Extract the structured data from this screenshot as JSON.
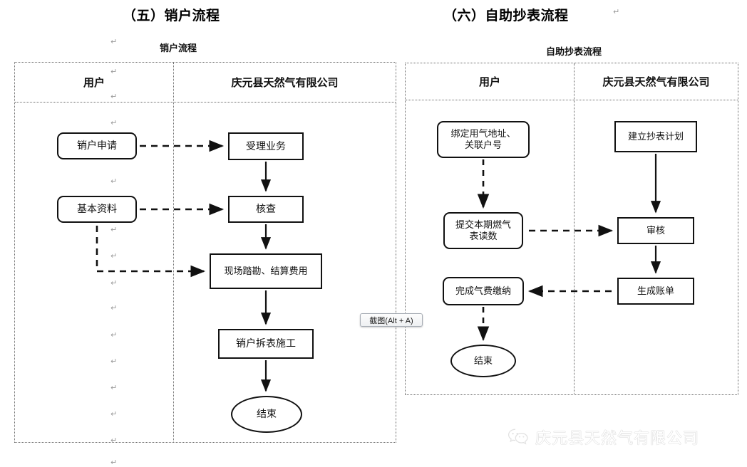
{
  "sections": [
    {
      "id": "sec5",
      "title": "（五）销户流程",
      "caption": "销户流程"
    },
    {
      "id": "sec6",
      "title": "（六）自助抄表流程",
      "title_mark": "↵",
      "caption": "自助抄表流程"
    }
  ],
  "lanes": {
    "user": "用户",
    "company": "庆元县天然气有限公司"
  },
  "flow_cancel": {
    "nodes": [
      {
        "id": "c1",
        "label": "销户申请",
        "shape": "rounded-rect",
        "lane": "user"
      },
      {
        "id": "c2",
        "label": "基本资料",
        "shape": "rounded-rect",
        "lane": "user"
      },
      {
        "id": "c3",
        "label": "受理业务",
        "shape": "rect",
        "lane": "company"
      },
      {
        "id": "c4",
        "label": "核查",
        "shape": "rect",
        "lane": "company"
      },
      {
        "id": "c5",
        "label": "现场踏勘、结算费用",
        "shape": "rect",
        "lane": "company"
      },
      {
        "id": "c6",
        "label": "销户拆表施工",
        "shape": "rect",
        "lane": "company"
      },
      {
        "id": "c7",
        "label": "结束",
        "shape": "ellipse",
        "lane": "company"
      }
    ],
    "edges": [
      {
        "from": "c1",
        "to": "c3",
        "style": "dashed"
      },
      {
        "from": "c2",
        "to": "c4",
        "style": "dashed"
      },
      {
        "from": "c2",
        "to": "c5",
        "style": "dashed"
      },
      {
        "from": "c3",
        "to": "c4",
        "style": "solid"
      },
      {
        "from": "c4",
        "to": "c5",
        "style": "solid"
      },
      {
        "from": "c5",
        "to": "c6",
        "style": "solid"
      },
      {
        "from": "c6",
        "to": "c7",
        "style": "solid"
      }
    ]
  },
  "flow_selfread": {
    "nodes": [
      {
        "id": "s1",
        "label": "绑定用气地址、\n关联户号",
        "shape": "rounded-rect",
        "lane": "user"
      },
      {
        "id": "s2",
        "label": "提交本期燃气\n表读数",
        "shape": "rounded-rect",
        "lane": "user"
      },
      {
        "id": "s3",
        "label": "完成气费缴纳",
        "shape": "rounded-rect",
        "lane": "user"
      },
      {
        "id": "s4",
        "label": "结束",
        "shape": "ellipse",
        "lane": "user"
      },
      {
        "id": "s5",
        "label": "建立抄表计划",
        "shape": "rect",
        "lane": "company"
      },
      {
        "id": "s6",
        "label": "审核",
        "shape": "rect",
        "lane": "company"
      },
      {
        "id": "s7",
        "label": "生成账单",
        "shape": "rect",
        "lane": "company"
      }
    ],
    "edges": [
      {
        "from": "s1",
        "to": "s2",
        "style": "dashed"
      },
      {
        "from": "s2",
        "to": "s6",
        "style": "dashed"
      },
      {
        "from": "s5",
        "to": "s6",
        "style": "solid"
      },
      {
        "from": "s6",
        "to": "s7",
        "style": "solid"
      },
      {
        "from": "s7",
        "to": "s3",
        "style": "dashed"
      },
      {
        "from": "s3",
        "to": "s4",
        "style": "dashed"
      }
    ]
  },
  "snip_button": {
    "label": "截图(Alt + A)"
  },
  "watermark": {
    "text": "庆元县天然气有限公司",
    "icon": "wechat-icon"
  },
  "paragraph_mark": "↵",
  "colors": {
    "stroke": "#111111",
    "panel_border": "#6b6b6b",
    "text": "#111111",
    "pilcrow": "#9a9a9a",
    "watermark": "#e4e4e4"
  }
}
